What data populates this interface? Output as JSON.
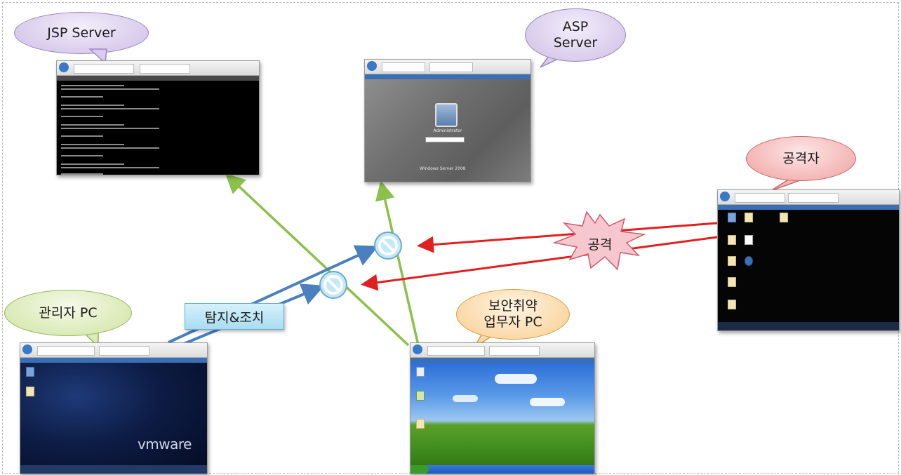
{
  "nodes": {
    "jsp_server": {
      "label_line1": "JSP Server",
      "label_line2": ""
    },
    "asp_server": {
      "label_line1": "ASP",
      "label_line2": "Server"
    },
    "attacker": {
      "label_line1": "공격자",
      "label_line2": ""
    },
    "admin_pc": {
      "label_line1": "관리자 PC",
      "label_line2": ""
    },
    "vuln_pc": {
      "label_line1": "보안취약",
      "label_line2": "업무자 PC"
    }
  },
  "edges": {
    "detect_label": "탐지&조치",
    "attack_label": "공격"
  },
  "screens": {
    "asp_login_user": "Administrator",
    "asp_os_brand": "Windows Server 2008",
    "admin_vm_brand": "vmware"
  },
  "colors": {
    "attack_arrow": "#e02020",
    "detect_arrow": "#4a7fc0",
    "network_arrow": "#8cc04a",
    "block_icon": "#bfe6f8"
  },
  "icons": [
    "block-icon",
    "explosion-burst-icon",
    "browser-back-icon"
  ]
}
